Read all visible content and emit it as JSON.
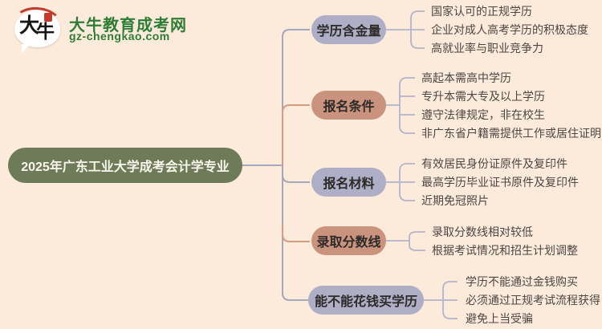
{
  "logo": {
    "mascot_char_1": "大",
    "mascot_char_2": "牛",
    "site_name": "大牛教育成考网",
    "site_domain": "gz-chengkao.com",
    "brand_green": "#2e7d36",
    "seal_red": "#c23b2e"
  },
  "root": {
    "label": "2025年广东工业大学成考会计学专业",
    "bg_color": "#6e7b58"
  },
  "colors": {
    "background": "#fceadb",
    "lavender_node": "#aeaec6",
    "salmon_node": "#c9937d",
    "gray_line": "#a6a6bf",
    "salmon_line": "#d49c80",
    "bracket_line": "#b4b4cc",
    "subtext": "#4c4744"
  },
  "branches": [
    {
      "label": "学历含金量",
      "children": [
        "国家认可的正规学历",
        "企业对成人高考学历的积极态度",
        "高就业率与职业竞争力"
      ]
    },
    {
      "label": "报名条件",
      "children": [
        "高起本需高中学历",
        "专升本需大专及以上学历",
        "遵守法律规定，非在校生",
        "非广东省户籍需提供工作或居住证明"
      ]
    },
    {
      "label": "报名材料",
      "children": [
        "有效居民身份证原件及复印件",
        "最高学历毕业证书原件及复印件",
        "近期免冠照片"
      ]
    },
    {
      "label": "录取分数线",
      "children": [
        "录取分数线相对较低",
        "根据考试情况和招生计划调整"
      ]
    },
    {
      "label": "能不能花钱买学历",
      "children": [
        "学历不能通过金钱购买",
        "必须通过正规考试流程获得",
        "避免上当受骗"
      ]
    }
  ]
}
